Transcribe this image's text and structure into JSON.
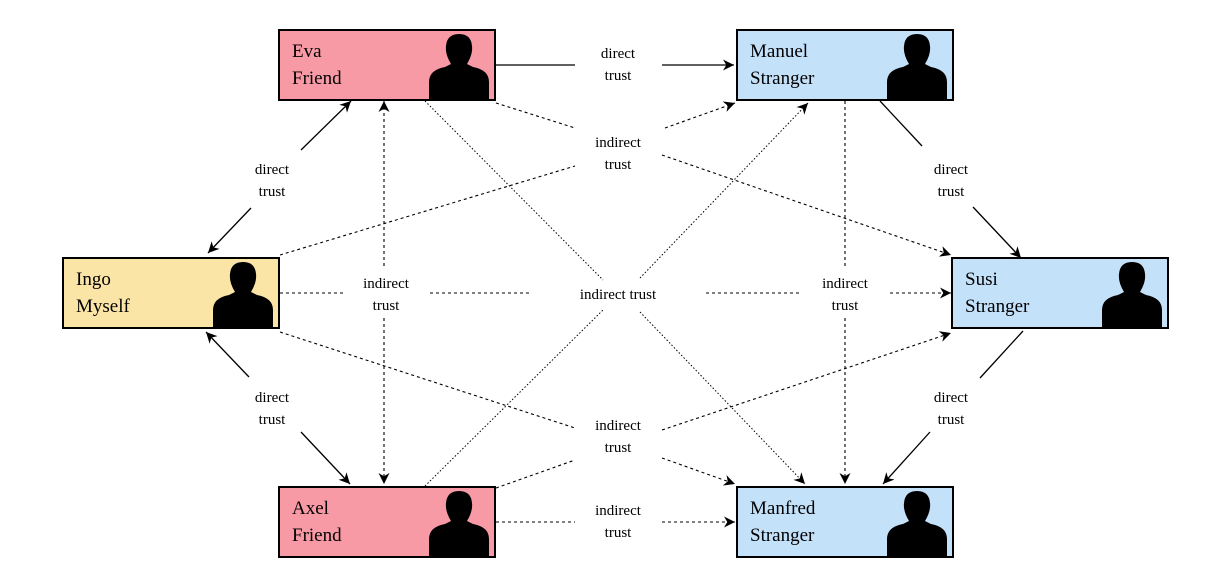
{
  "colors": {
    "self": "#fbe5a6",
    "friend": "#f89aa6",
    "stranger": "#c4e1fa",
    "border": "#000000",
    "silhouette": "#000000"
  },
  "nodes": {
    "eva": {
      "name": "Eva",
      "role": "Friend",
      "category": "friend",
      "icon": "person-silhouette-icon"
    },
    "manuel": {
      "name": "Manuel",
      "role": "Stranger",
      "category": "stranger",
      "icon": "person-silhouette-icon"
    },
    "ingo": {
      "name": "Ingo",
      "role": "Myself",
      "category": "self",
      "icon": "person-silhouette-icon"
    },
    "susi": {
      "name": "Susi",
      "role": "Stranger",
      "category": "stranger",
      "icon": "person-silhouette-icon"
    },
    "axel": {
      "name": "Axel",
      "role": "Friend",
      "category": "friend",
      "icon": "person-silhouette-icon"
    },
    "manfred": {
      "name": "Manfred",
      "role": "Stranger",
      "category": "stranger",
      "icon": "person-silhouette-icon"
    }
  },
  "labels": {
    "direct": [
      "direct",
      "trust"
    ],
    "indirect": [
      "indirect",
      "trust"
    ],
    "indirect_single": "indirect trust"
  }
}
